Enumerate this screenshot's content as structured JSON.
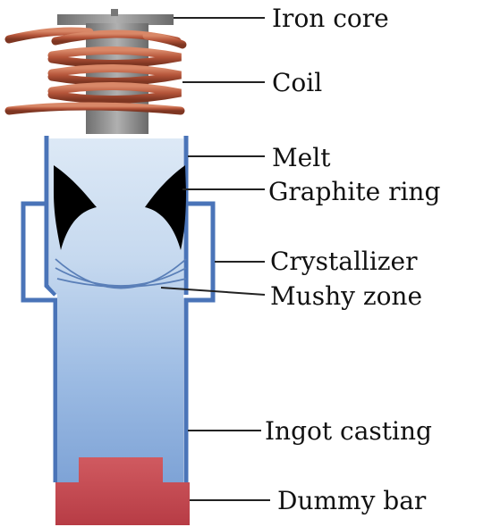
{
  "labels": {
    "iron_core": "Iron core",
    "coil": "Coil",
    "melt": "Melt",
    "graphite_ring": "Graphite ring",
    "crystallizer": "Crystallizer",
    "mushy_zone": "Mushy zone",
    "ingot_casting": "Ingot casting",
    "dummy_bar": "Dummy bar"
  },
  "colors": {
    "coil": "#b85a3e",
    "iron_core": "#8a8a8a",
    "crystallizer_wall": "#4a74b8",
    "melt": "#cfe0f2",
    "ingot": "#7ea3d6",
    "graphite": "#000000",
    "dummy_bar": "#c84a52",
    "leader_line": "#222222"
  }
}
